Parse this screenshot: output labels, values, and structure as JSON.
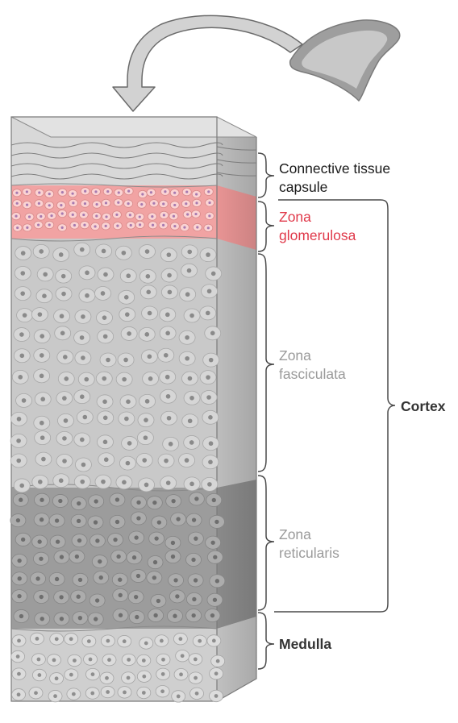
{
  "labels": {
    "capsule": [
      "Connective tissue",
      "capsule"
    ],
    "glomerulosa": [
      "Zona",
      "glomerulosa"
    ],
    "fasciculata": [
      "Zona",
      "fasciculata"
    ],
    "reticularis": [
      "Zona",
      "reticularis"
    ],
    "cortex": "Cortex",
    "medulla": "Medulla"
  },
  "colors": {
    "glomerulosa_label": "#e0394a",
    "zona_gray_label": "#9a9a9a",
    "dark_label": "#1a1a1a",
    "bracket": "#4a4a4a",
    "glomerulosa_tissue": "#f1a3a3",
    "fasciculata_tissue": "#c9c9c9",
    "reticularis_tissue": "#9c9c9c",
    "medulla_tissue": "#cfcfcf",
    "capsule_tissue": "#d8d8d8"
  },
  "icons": [
    "adrenal-gland-icon",
    "curved-arrow-icon"
  ]
}
